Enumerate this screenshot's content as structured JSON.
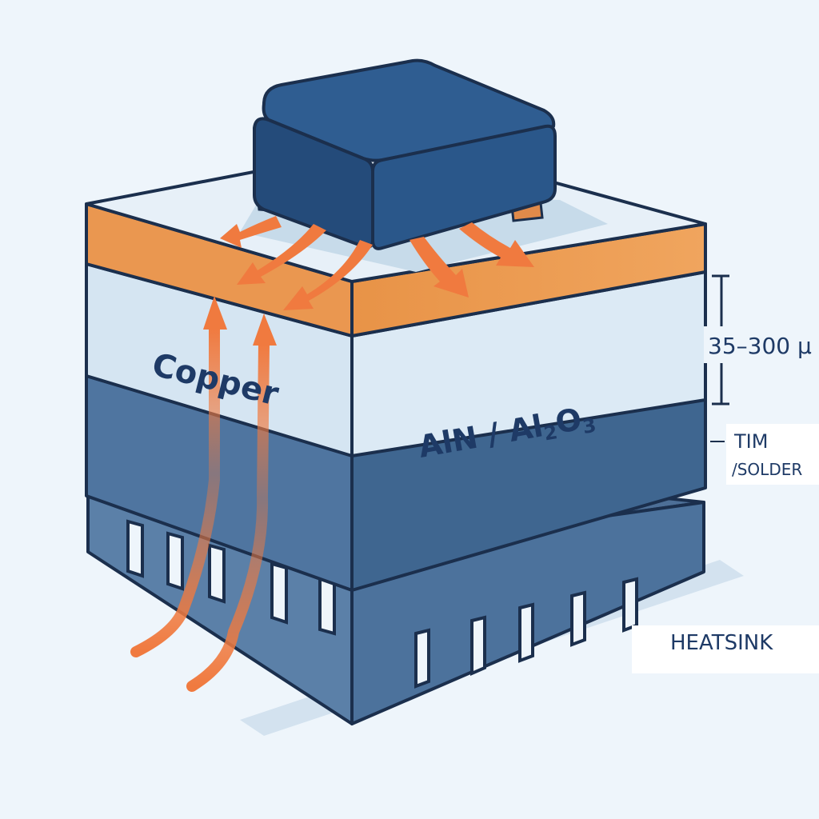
{
  "layers": {
    "copper": {
      "label": "Copper",
      "color": "#e8954a"
    },
    "ceramic": {
      "label": "AlN / Al",
      "sub2": "2",
      "mid": "O",
      "sub3": "3",
      "color": "#d7e6f2"
    },
    "tim": {
      "label": "TIM",
      "sublabel": "/SOLDER",
      "color": "#577ea8"
    },
    "heatsink": {
      "label": "HEATSINK",
      "color": "#5a7fa6"
    },
    "chip": {
      "color": "#2d5b8e"
    }
  },
  "dimension": {
    "label": "35–300 μ"
  },
  "colors": {
    "background": "#eef5fb",
    "outline": "#1b2f4d",
    "heat_arrow": "#f07a3f",
    "label_text": "#1e3a66"
  }
}
